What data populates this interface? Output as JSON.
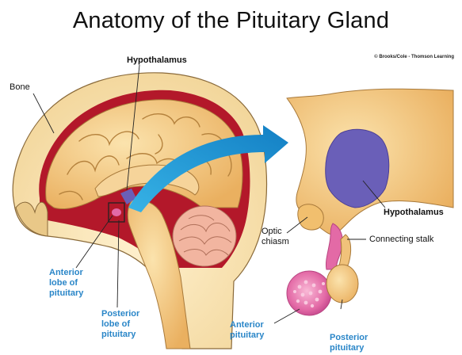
{
  "title": "Anatomy of the Pituitary Gland",
  "credit": "© Brooks/Cole - Thomson Learning",
  "labels": {
    "bone": "Bone",
    "hypothalamus_top": "Hypothalamus",
    "anterior_lobe": [
      "Anterior",
      "lobe of",
      "pituitary"
    ],
    "posterior_lobe": [
      "Posterior",
      "lobe of",
      "pituitary"
    ],
    "hypothalamus_right": "Hypothalamus",
    "optic_chiasm": [
      "Optic",
      "chiasm"
    ],
    "connecting_stalk": "Connecting stalk",
    "anterior_pituitary": [
      "Anterior",
      "pituitary"
    ],
    "posterior_pituitary": [
      "Posterior",
      "pituitary"
    ]
  },
  "colors": {
    "label_blue": "#2a86c8",
    "arrow_blue": "#1f9fd9",
    "hypothalamus_purple": "#6a5fb8",
    "brain_tan": "#f2c37a",
    "membrane_red": "#b3182a",
    "pituitary_pink": "#e36aa6"
  }
}
